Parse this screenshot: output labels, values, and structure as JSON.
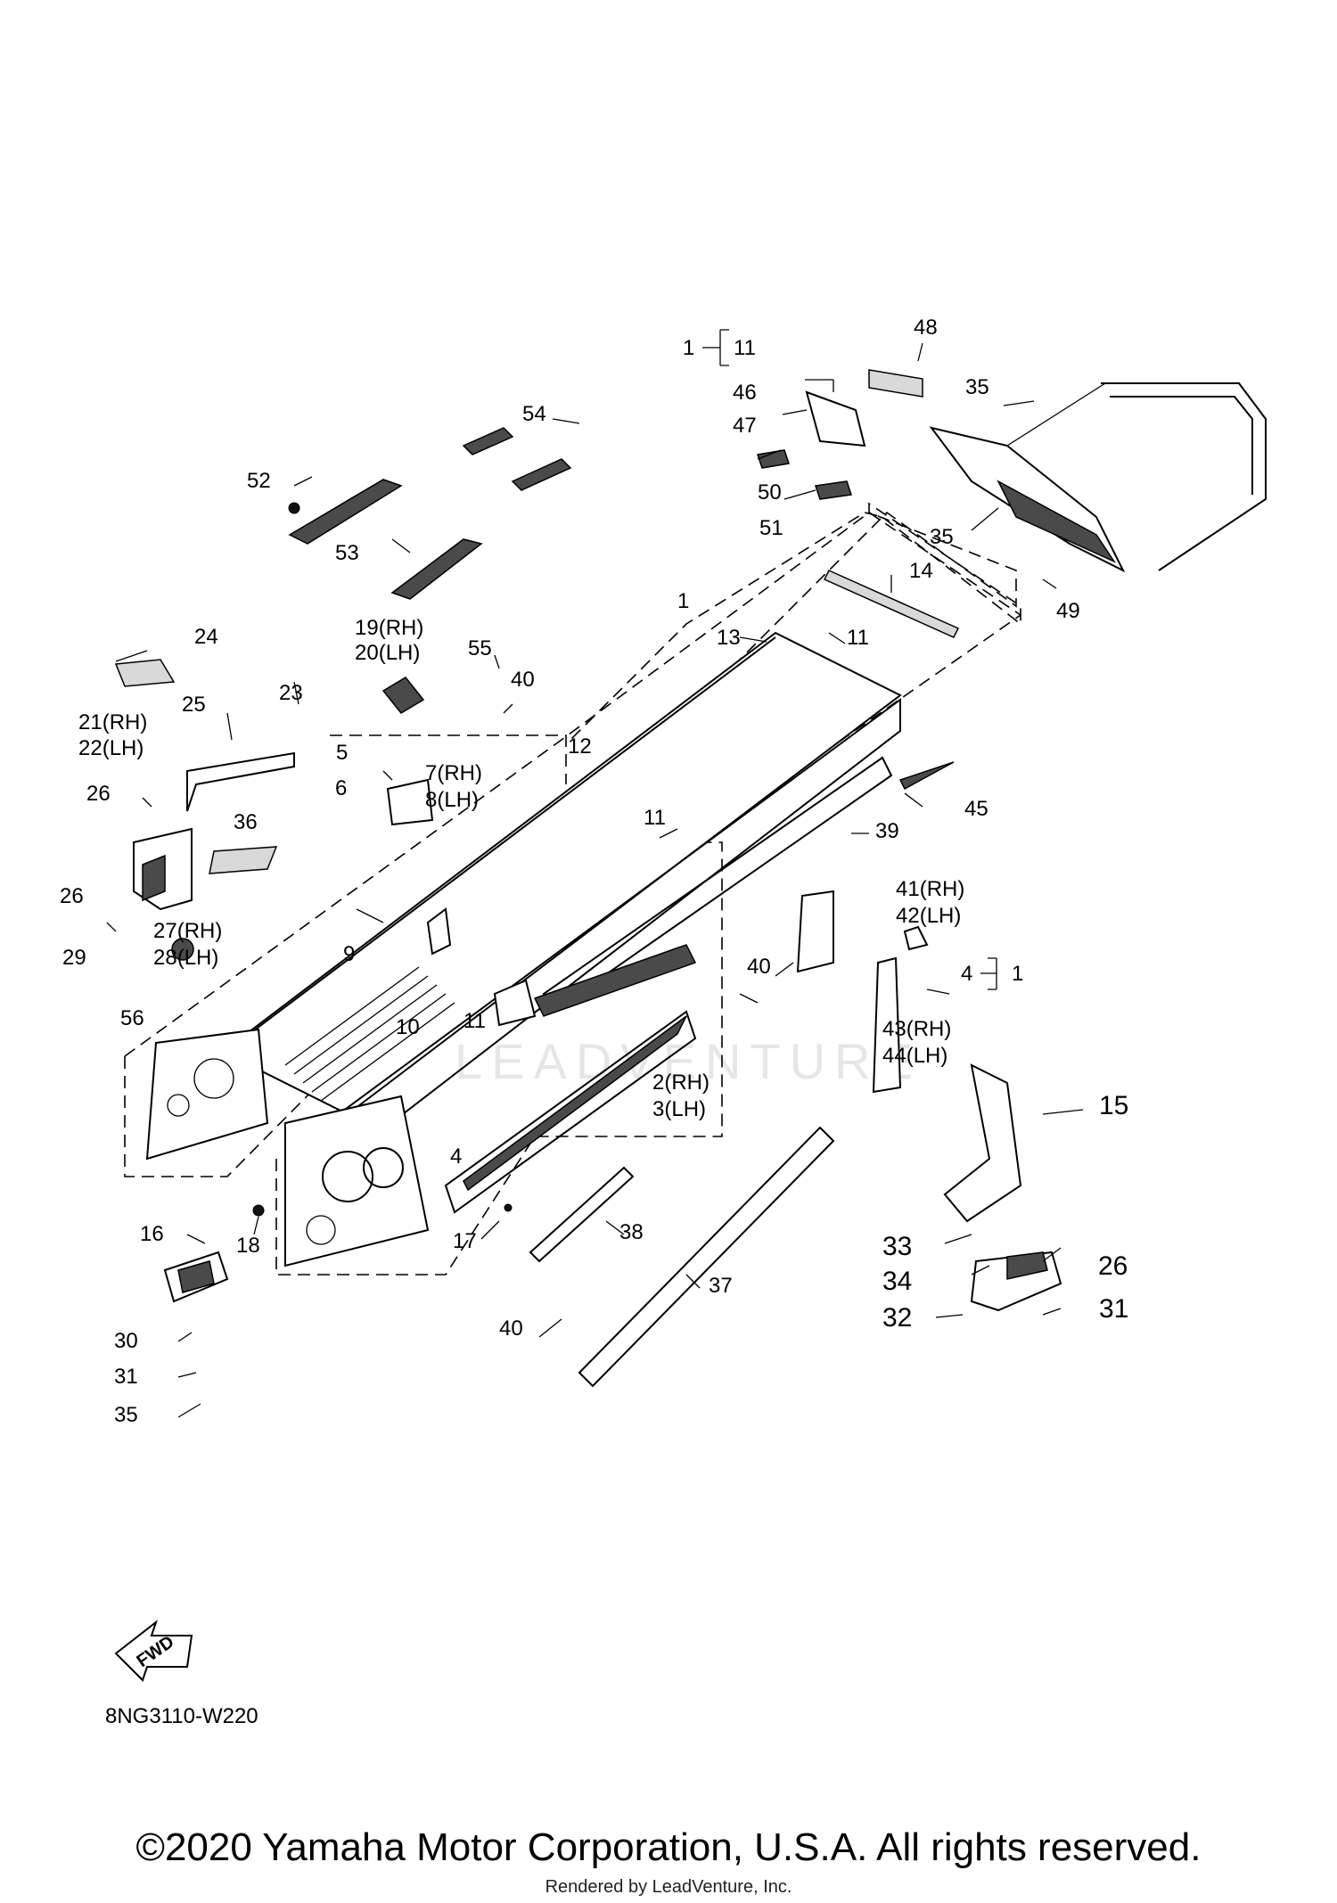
{
  "diagram": {
    "code": "8NG3110-W220",
    "fwd_label": "FWD",
    "watermark": "LEADVENTURE",
    "callouts": {
      "c1_top": "1",
      "c11_top": "11",
      "c48": "48",
      "c46": "46",
      "c47": "47",
      "c35_top": "35",
      "c50": "50",
      "c51": "51",
      "c35_mid": "35",
      "c54": "54",
      "c52": "52",
      "c53": "53",
      "c14": "14",
      "c49": "49",
      "c1_mid": "1",
      "c13": "13",
      "c11_a": "11",
      "c24": "24",
      "c19": "19(RH)",
      "c20": "20(LH)",
      "c55": "55",
      "c40_a": "40",
      "c12": "12",
      "c25": "25",
      "c23": "23",
      "c21": "21(RH)",
      "c22": "22(LH)",
      "c5": "5",
      "c6": "6",
      "c7": "7(RH)",
      "c8": "8(LH)",
      "c45": "45",
      "c26_a": "26",
      "c36": "36",
      "c11_b": "11",
      "c39": "39",
      "c41": "41(RH)",
      "c42": "42(LH)",
      "c26_b": "26",
      "c27": "27(RH)",
      "c28": "28(LH)",
      "c29": "29",
      "c9": "9",
      "c40_b": "40",
      "c4_a": "4",
      "c1_right": "1",
      "c56": "56",
      "c10": "10",
      "c11_c": "11",
      "c43": "43(RH)",
      "c44": "44(LH)",
      "c2": "2(RH)",
      "c3": "3(LH)",
      "c15": "15",
      "c4_b": "4",
      "c16": "16",
      "c18": "18",
      "c17": "17",
      "c38": "38",
      "c33": "33",
      "c26_c": "26",
      "c34": "34",
      "c37": "37",
      "c32": "32",
      "c31_a": "31",
      "c30": "30",
      "c40_c": "40",
      "c31_b": "31",
      "c35_bot": "35"
    }
  },
  "footer": {
    "copyright": "©2020 Yamaha Motor Corporation, U.S.A. All rights reserved.",
    "rendered_by": "Rendered by LeadVenture, Inc."
  }
}
